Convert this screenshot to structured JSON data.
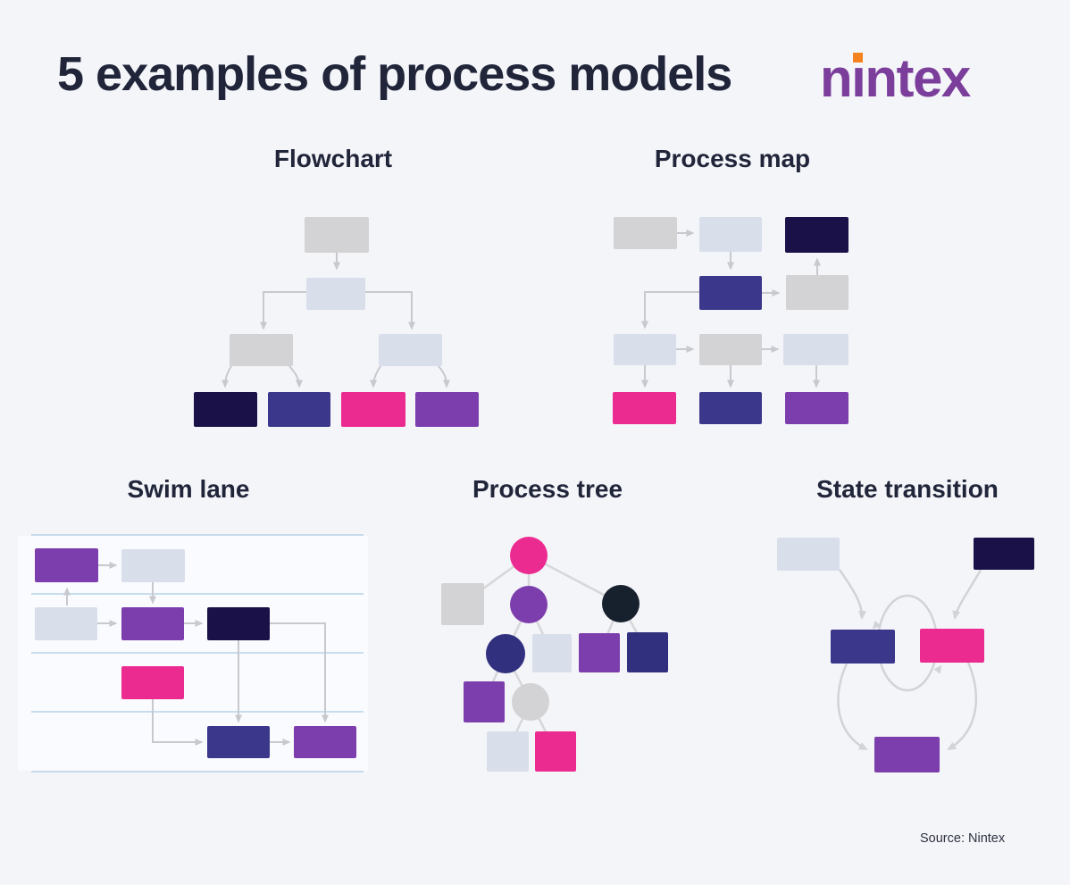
{
  "page": {
    "title": "5 examples of process models",
    "source": "Source: Nintex"
  },
  "brand": {
    "name": "nintex",
    "part1": "n",
    "i_char": "ı",
    "part2": "ntex"
  },
  "diagrams": {
    "flowchart": {
      "title": "Flowchart",
      "node_colors": [
        "gray",
        "lightblue",
        "gray",
        "lightblue",
        "navy",
        "indigo",
        "pink",
        "purple"
      ]
    },
    "process_map": {
      "title": "Process map",
      "rows": [
        [
          "gray",
          "lightblue",
          "navy"
        ],
        [
          "indigo",
          "gray"
        ],
        [
          "lightblue",
          "gray",
          "lightblue"
        ],
        [
          "pink",
          "indigo",
          "purple"
        ]
      ]
    },
    "swim_lane": {
      "title": "Swim lane",
      "lane_count": 5,
      "node_colors": [
        "purple",
        "lightblue",
        "lightblue",
        "purple",
        "navy",
        "pink",
        "indigo",
        "purple"
      ]
    },
    "process_tree": {
      "title": "Process tree",
      "node_colors": [
        "pink",
        "gray",
        "purple",
        "dark",
        "indigo",
        "lightblue",
        "purple",
        "indigodeep",
        "purple",
        "gray",
        "lightblue",
        "pink"
      ]
    },
    "state_transition": {
      "title": "State transition",
      "node_colors": [
        "lightblue",
        "navy",
        "indigo",
        "pink",
        "purple"
      ]
    }
  },
  "colors": {
    "bg": "#f4f5f9",
    "title": "#21253a",
    "gray": "#d3d2d4",
    "lightblue": "#d8dfeb",
    "navy": "#1b1149",
    "indigo": "#3b388b",
    "indigodeep": "#31307f",
    "pink": "#ec2b90",
    "purple": "#7d3ead",
    "dark": "#17212e",
    "conn": "#c7c9cf",
    "treeedge": "#d7d7da",
    "lane": "#b6d2e7",
    "lanebg": "#fafbfe",
    "curve": "#d2d3d6",
    "brandpurple": "#7b3f9b",
    "brandorange": "#f58220",
    "source": "#2e3340"
  }
}
